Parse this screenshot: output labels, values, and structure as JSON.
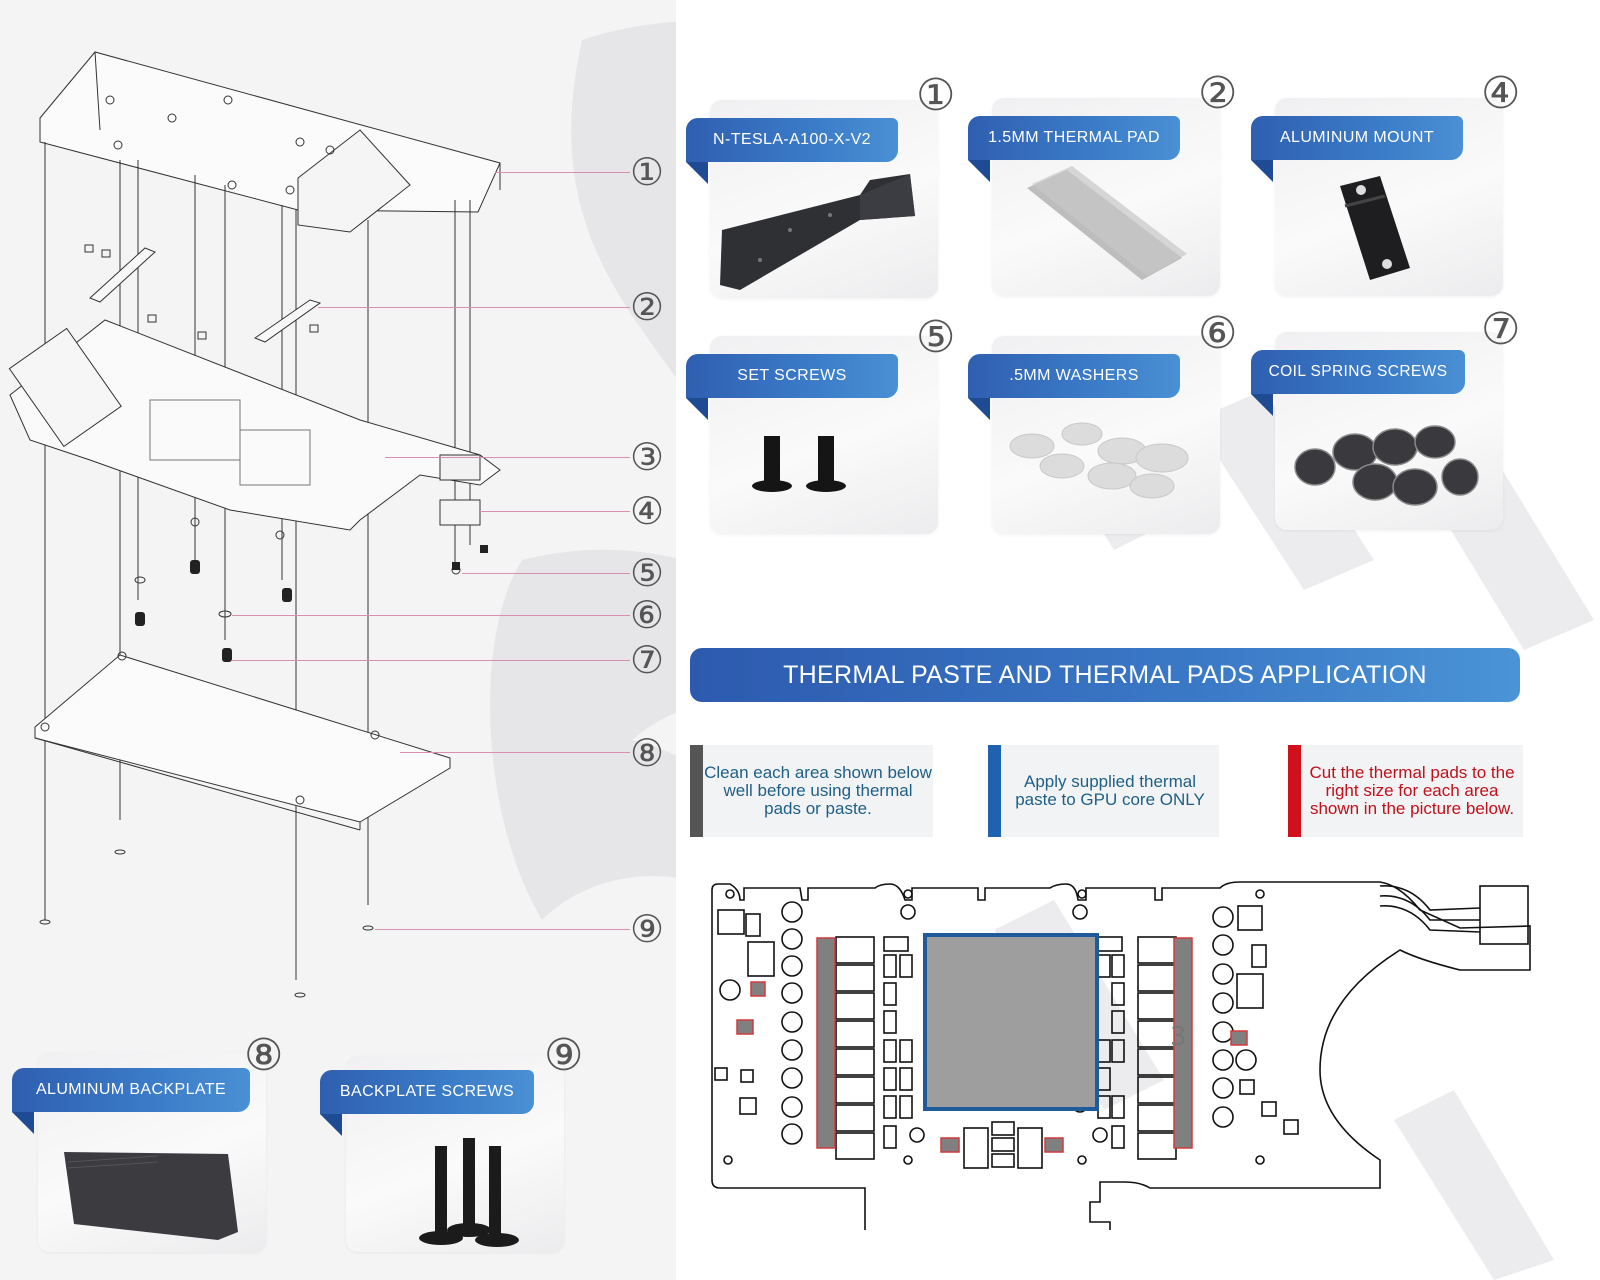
{
  "title": "N-TESLA-A100-X-V2 Installation Parts & Thermal Application Guide",
  "colors": {
    "label_blue": "#3a78c6",
    "instruction_gray": "#555555",
    "instruction_blue": "#1e62b0",
    "instruction_red": "#d0101a",
    "pad_red_outline": "#d23a3a",
    "gpu_core_blue": "#1f5b9a"
  },
  "exploded_view": {
    "callouts": [
      "①",
      "②",
      "③",
      "④",
      "⑤",
      "⑥",
      "⑦",
      "⑧",
      "⑨"
    ]
  },
  "parts": [
    {
      "number": "①",
      "label": "N-TESLA-A100-X-V2",
      "image": "water-block-image"
    },
    {
      "number": "②",
      "label": "1.5MM THERMAL PAD",
      "image": "thermal-pad-image"
    },
    {
      "number": "④",
      "label": "ALUMINUM MOUNT",
      "image": "aluminum-mount-image"
    },
    {
      "number": "⑤",
      "label": "SET SCREWS",
      "image": "set-screws-image"
    },
    {
      "number": "⑥",
      "label": ".5MM WASHERS",
      "image": "washers-image"
    },
    {
      "number": "⑦",
      "label": "COIL SPRING SCREWS",
      "image": "coil-spring-screws-image"
    },
    {
      "number": "⑧",
      "label": "ALUMINUM BACKPLATE",
      "image": "backplate-image"
    },
    {
      "number": "⑨",
      "label": "BACKPLATE SCREWS",
      "image": "backplate-screws-image"
    }
  ],
  "application": {
    "banner": "THERMAL PASTE AND THERMAL PADS APPLICATION",
    "instructions": [
      {
        "text": "Clean each area shown below well before using thermal pads or paste.",
        "color": "#1f5f86",
        "bar": "#555555"
      },
      {
        "text": "Apply supplied thermal paste to GPU core ONLY",
        "color": "#1f5f86",
        "bar": "#1e62b0"
      },
      {
        "text": "Cut the thermal pads to the right size for each area shown in the picture below.",
        "color": "#c0101a",
        "bar": "#d0101a"
      }
    ],
    "pcb_label": "3"
  }
}
